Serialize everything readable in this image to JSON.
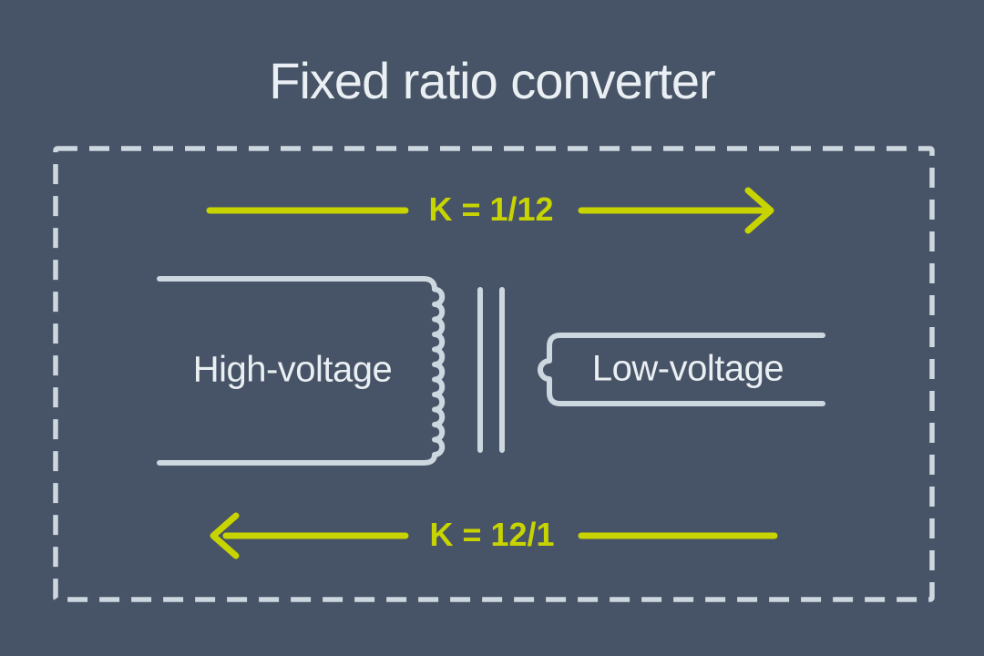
{
  "title": "Fixed ratio converter",
  "colors": {
    "background": "#475366",
    "line": "#ccd7df",
    "text": "#e9eff2",
    "accent": "#c8d400"
  },
  "diagram": {
    "top_arrow": {
      "label": "K = 1/12",
      "direction": "right"
    },
    "bottom_arrow": {
      "label": "K = 12/1",
      "direction": "left"
    },
    "primary_winding": {
      "label": "High-voltage"
    },
    "secondary_winding": {
      "label": "Low-voltage"
    }
  }
}
